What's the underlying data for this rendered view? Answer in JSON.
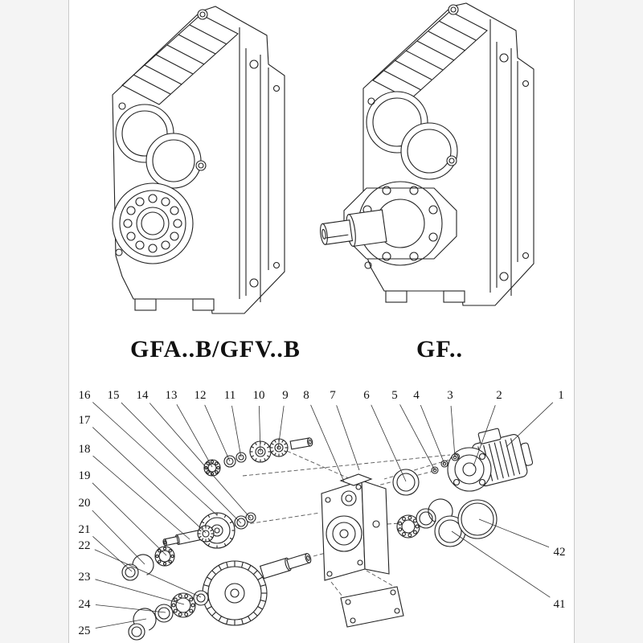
{
  "models": {
    "left_label": "GFA..B/GFV..B",
    "right_label": "GF.."
  },
  "exploded_view": {
    "top_row_numbers": [
      "16",
      "15",
      "14",
      "13",
      "12",
      "11",
      "10",
      "9",
      "8",
      "7",
      "6",
      "5",
      "4",
      "3",
      "2",
      "1"
    ],
    "left_column_numbers": [
      "17",
      "18",
      "19",
      "20",
      "21",
      "22",
      "23",
      "24",
      "25"
    ],
    "right_column_numbers": [
      "42",
      "41"
    ]
  },
  "colors": {
    "line": "#222222",
    "background": "#ffffff",
    "callout_text": "#111111"
  }
}
